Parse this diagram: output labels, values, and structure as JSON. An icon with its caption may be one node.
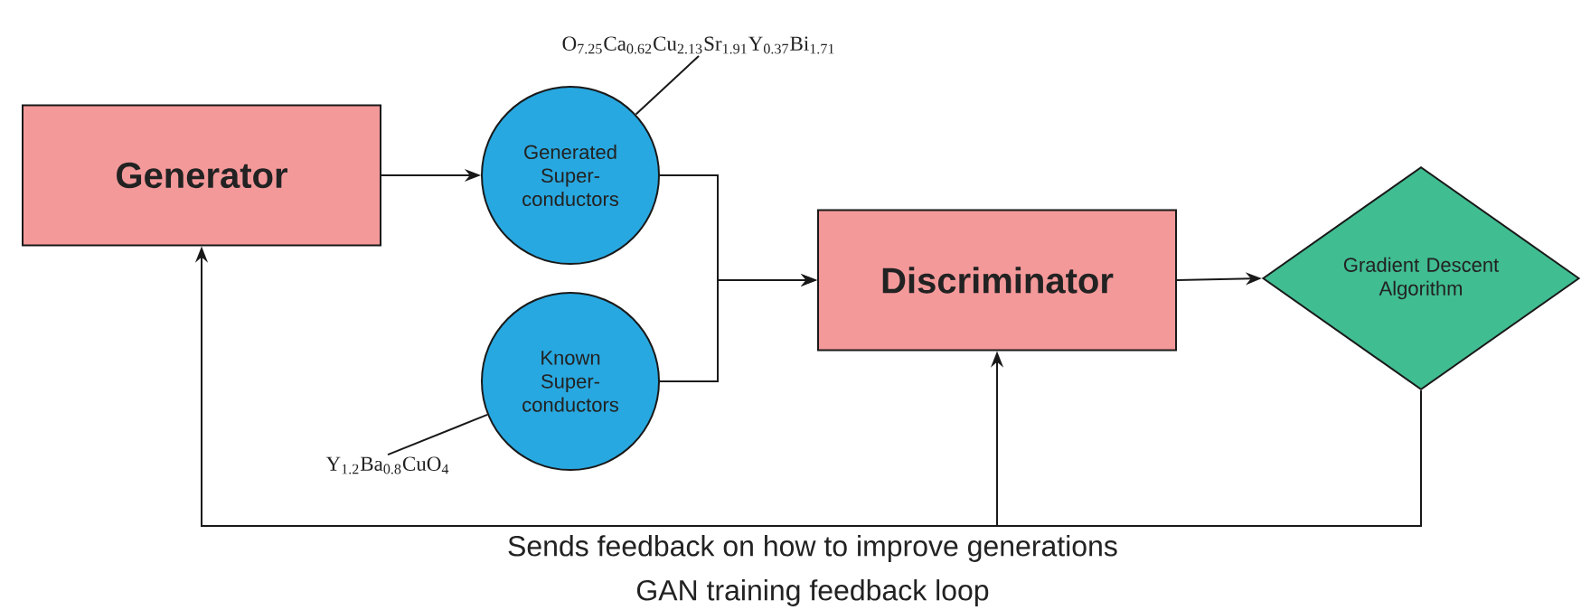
{
  "diagram": {
    "caption": "GAN training feedback loop",
    "nodes": [
      {
        "text": [
          "Generator"
        ]
      },
      {
        "text": [
          "Generated Super- conductors"
        ]
      },
      {
        "text": [
          "O$_{7.25}$Ca$_{0.62}$Cu$_{2.13}$Sr$_{1.91}$Y$_{0.37}$Bi$_{1.71}$"
        ]
      },
      {
        "text": [
          "Known Super- conductors"
        ]
      },
      {
        "text": [
          "Y$_{1.2}$Ba$_{0.8}$CuO$_{4}$"
        ]
      },
      {
        "text": [
          "Discriminator"
        ]
      },
      {
        "text": [
          "Gradient Descent Algorithm"
        ]
      }
    ],
    "edges": [
      {
        "from": 0,
        "to": 1,
        "arrow": "to"
      },
      {
        "from": 1,
        "to": 5,
        "arrow": "to"
      },
      {
        "from": 3,
        "to": 5,
        "arrow": "to"
      },
      {
        "from": 5,
        "to": 6,
        "arrow": "to"
      },
      {
        "from": 6,
        "to": 0,
        "arrow": "to",
        "label": "Sends feedback on how to improve generations"
      },
      {
        "from": 6,
        "to": 5,
        "arrow": "to"
      },
      {
        "from": 2,
        "to": 1,
        "arrow": "none"
      },
      {
        "from": 4,
        "to": 3,
        "arrow": "none"
      }
    ]
  }
}
